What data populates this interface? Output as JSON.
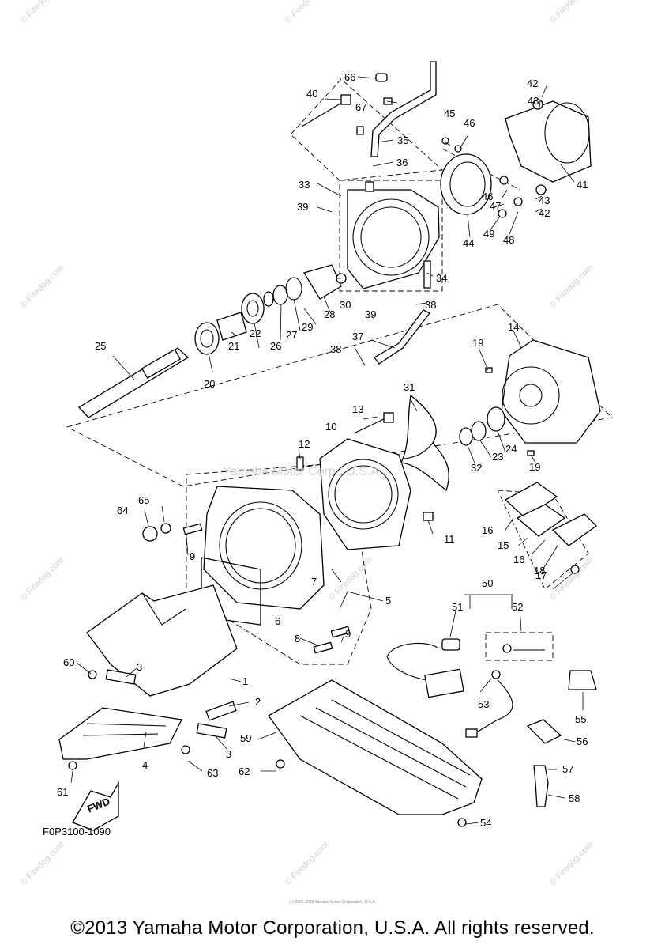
{
  "diagram": {
    "callouts": [
      "1",
      "2",
      "3",
      "3",
      "4",
      "5",
      "6",
      "7",
      "8",
      "9",
      "9",
      "10",
      "11",
      "12",
      "13",
      "14",
      "15",
      "16",
      "16",
      "17",
      "18",
      "19",
      "19",
      "20",
      "21",
      "22",
      "23",
      "24",
      "25",
      "26",
      "27",
      "28",
      "29",
      "30",
      "31",
      "32",
      "33",
      "34",
      "35",
      "36",
      "37",
      "38",
      "38",
      "39",
      "39",
      "40",
      "41",
      "42",
      "42",
      "43",
      "43",
      "44",
      "45",
      "46",
      "46",
      "47",
      "48",
      "49",
      "50",
      "51",
      "52",
      "53",
      "54",
      "55",
      "56",
      "57",
      "58",
      "59",
      "60",
      "61",
      "62",
      "63",
      "64",
      "65",
      "66",
      "67"
    ],
    "fwd_label": "FWD",
    "diagram_code": "F0P3100-1090",
    "watermark_text": "© Firedog.com",
    "center_watermark": "Yamaha Motor Corp., U.S.A.",
    "fine_print": "(c) 2005-2015 Yamaha Motor Corporation, U.S.A.",
    "copyright": "©2013 Yamaha Motor Corporation, U.S.A. All rights reserved."
  }
}
